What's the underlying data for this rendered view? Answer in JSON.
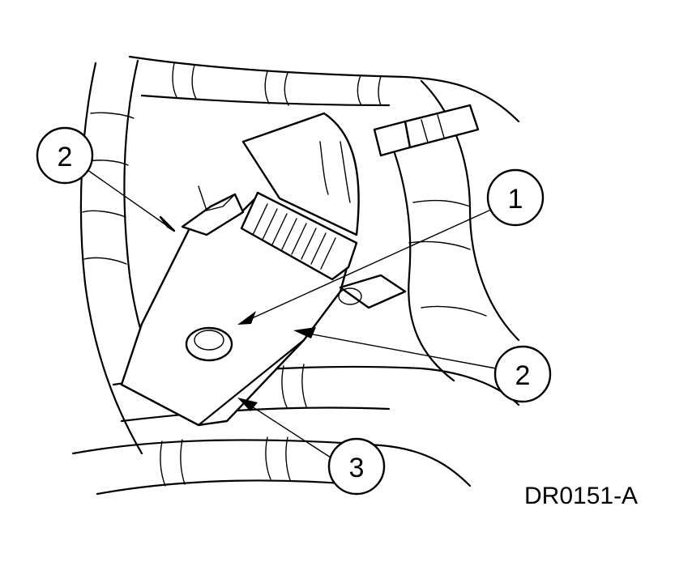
{
  "figure_id": "DR0151-A",
  "callouts": [
    {
      "number": "2",
      "target": "module-bracket-upper-left"
    },
    {
      "number": "1",
      "target": "module-center-fastener"
    },
    {
      "number": "2",
      "target": "module-bracket-lower-right"
    },
    {
      "number": "3",
      "target": "module-bottom-edge"
    }
  ],
  "colors": {
    "line": "#000000",
    "background": "#ffffff"
  }
}
